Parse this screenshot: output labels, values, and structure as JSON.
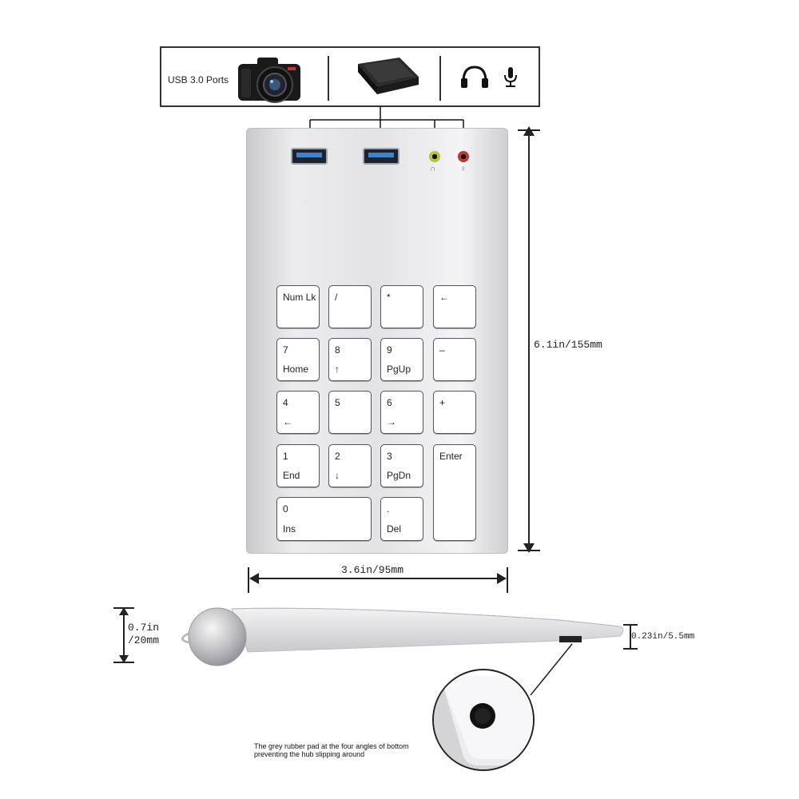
{
  "legend": {
    "usb_label": "USB 3.0 Ports"
  },
  "keys": [
    {
      "id": "num-lock",
      "top": "Num Lk",
      "bottom": ""
    },
    {
      "id": "slash",
      "top": "/",
      "bottom": ""
    },
    {
      "id": "asterisk",
      "top": "*",
      "bottom": ""
    },
    {
      "id": "backspace",
      "top": "←",
      "bottom": ""
    },
    {
      "id": "seven",
      "top": "7",
      "bottom": "Home"
    },
    {
      "id": "eight",
      "top": "8",
      "bottom": "↑"
    },
    {
      "id": "nine",
      "top": "9",
      "bottom": "PgUp"
    },
    {
      "id": "minus",
      "top": "–",
      "bottom": ""
    },
    {
      "id": "four",
      "top": "4",
      "bottom": "←"
    },
    {
      "id": "five",
      "top": "5",
      "bottom": ""
    },
    {
      "id": "six",
      "top": "6",
      "bottom": "→"
    },
    {
      "id": "plus",
      "top": "+",
      "bottom": ""
    },
    {
      "id": "one",
      "top": "1",
      "bottom": "End"
    },
    {
      "id": "two",
      "top": "2",
      "bottom": "↓"
    },
    {
      "id": "three",
      "top": "3",
      "bottom": "PgDn"
    },
    {
      "id": "enter",
      "top": "Enter",
      "bottom": ""
    },
    {
      "id": "zero",
      "top": "0",
      "bottom": "Ins"
    },
    {
      "id": "dot",
      "top": ".",
      "bottom": "Del"
    }
  ],
  "dimensions": {
    "height": "6.1in/155mm",
    "width": "3.6in/95mm",
    "thick_in": "0.7in",
    "thick_mm": "/20mm",
    "thin": "0.23in/5.5mm"
  },
  "caption": {
    "line1": "The grey rubber pad at the four angles of bottom",
    "line2": "preventing the hub slipping around"
  },
  "colors": {
    "usb_blue": "#3f83c9",
    "headphone_jack": "#c8d23a",
    "mic_jack": "#d23a3a"
  }
}
